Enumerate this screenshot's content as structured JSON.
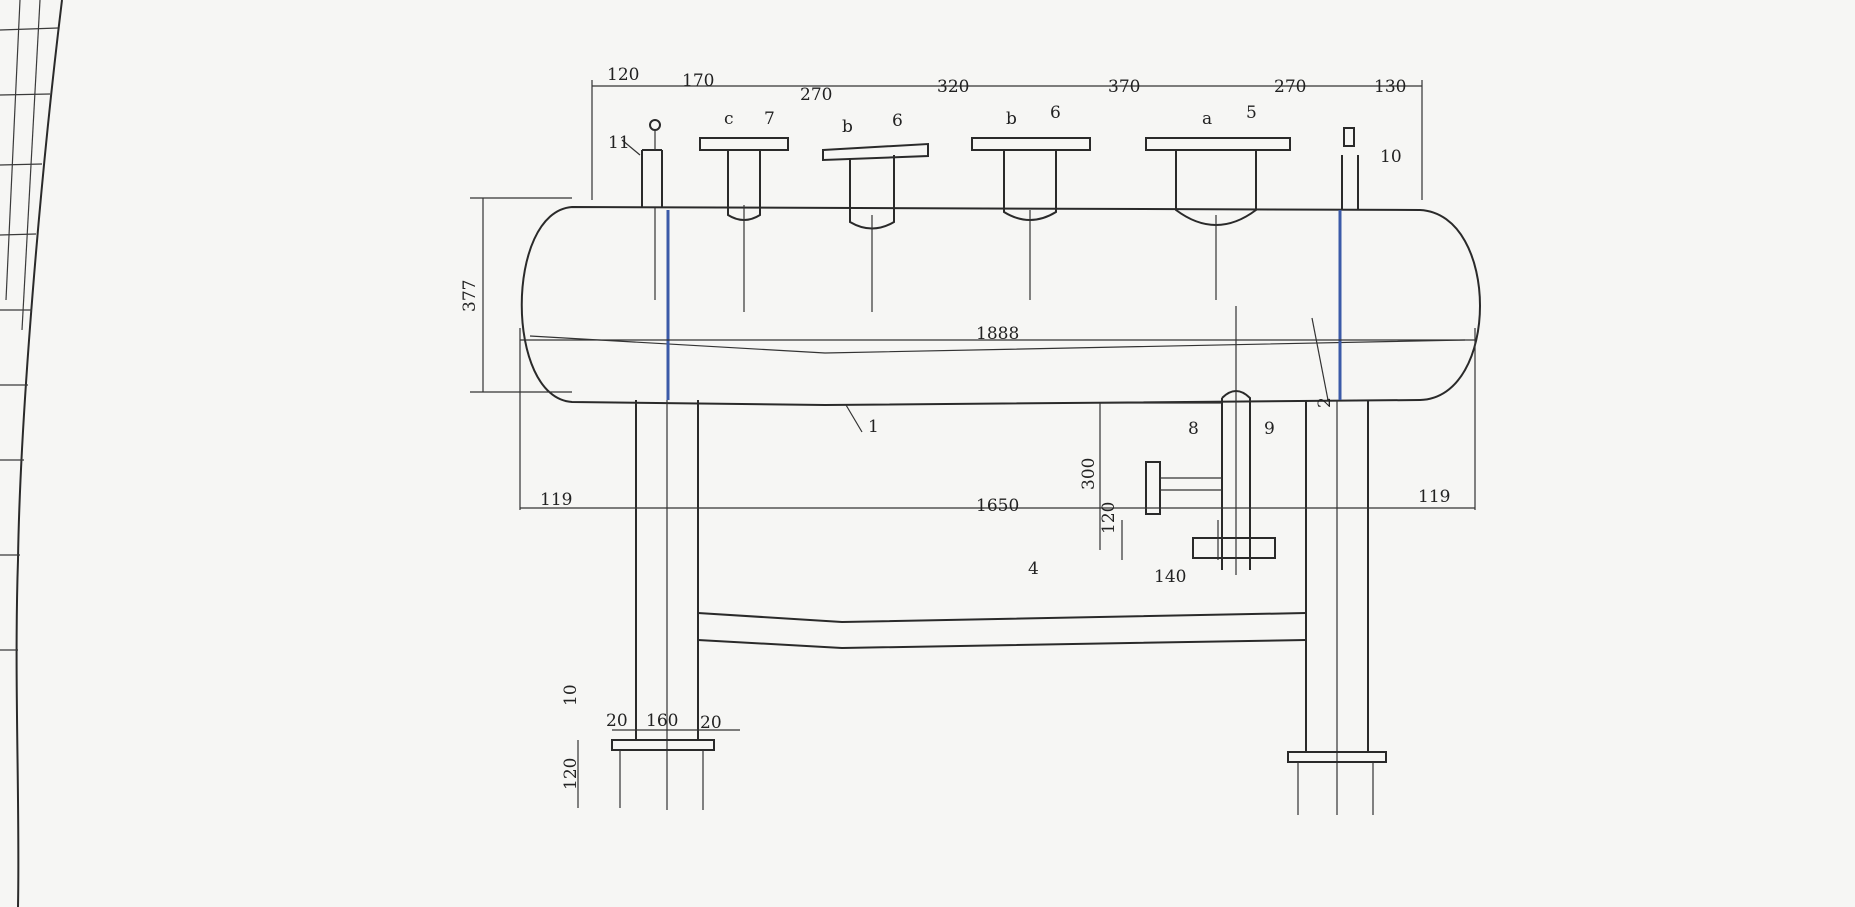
{
  "dimensions": {
    "top_spacing": [
      "120",
      "170",
      "270",
      "320",
      "370",
      "270",
      "130"
    ],
    "height_377": "377",
    "length_1888": "1888",
    "length_1650": "1650",
    "offset_119_left": "119",
    "offset_119_right": "119",
    "dim_300": "300",
    "dim_120_side": "120",
    "dim_140": "140",
    "dim_10": "10",
    "dim_120_base": "120",
    "base_20_left": "20",
    "base_160": "160",
    "base_20_right": "20"
  },
  "nozzle_letters": [
    "c",
    "b",
    "b",
    "a"
  ],
  "part_numbers": {
    "p1": "1",
    "p2": "2",
    "p4": "4",
    "p5": "5",
    "p6a": "6",
    "p6b": "6",
    "p7": "7",
    "p8": "8",
    "p9": "9",
    "p10": "10",
    "p11": "11"
  },
  "colors": {
    "line": "#2a2a2a",
    "level_gauge": "#3b5aa8",
    "paper": "#f6f6f4"
  }
}
